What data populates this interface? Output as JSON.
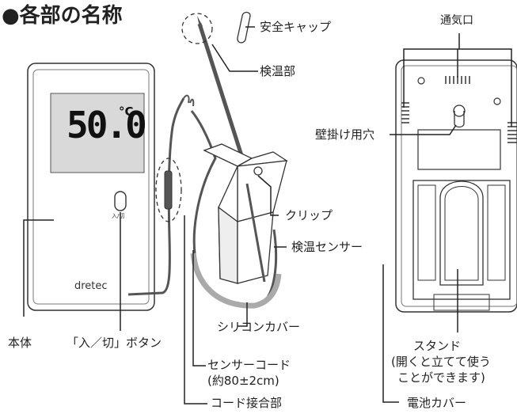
{
  "title": "●各部の名称",
  "display": {
    "reading": "50.0",
    "unit": "°C"
  },
  "device": {
    "button_label": "入/切",
    "brand": "dretec"
  },
  "labels": {
    "safety_cap": "安全キャップ",
    "probe_tip": "検温部",
    "vent": "通気口",
    "wall_hole": "壁掛け用穴",
    "clip": "クリップ",
    "sensor": "検温センサー",
    "silicone_cover": "シリコンカバー",
    "main_body": "本体",
    "power_button": "「入／切」ボタン",
    "sensor_cord": "センサーコード",
    "cord_length": "(約80±2cm)",
    "cord_joint": "コード接合部",
    "stand_title": "スタンド",
    "stand_note1": "(開くと立てて使う",
    "stand_note2": "ことができます)",
    "battery_cover": "電池カバー"
  }
}
